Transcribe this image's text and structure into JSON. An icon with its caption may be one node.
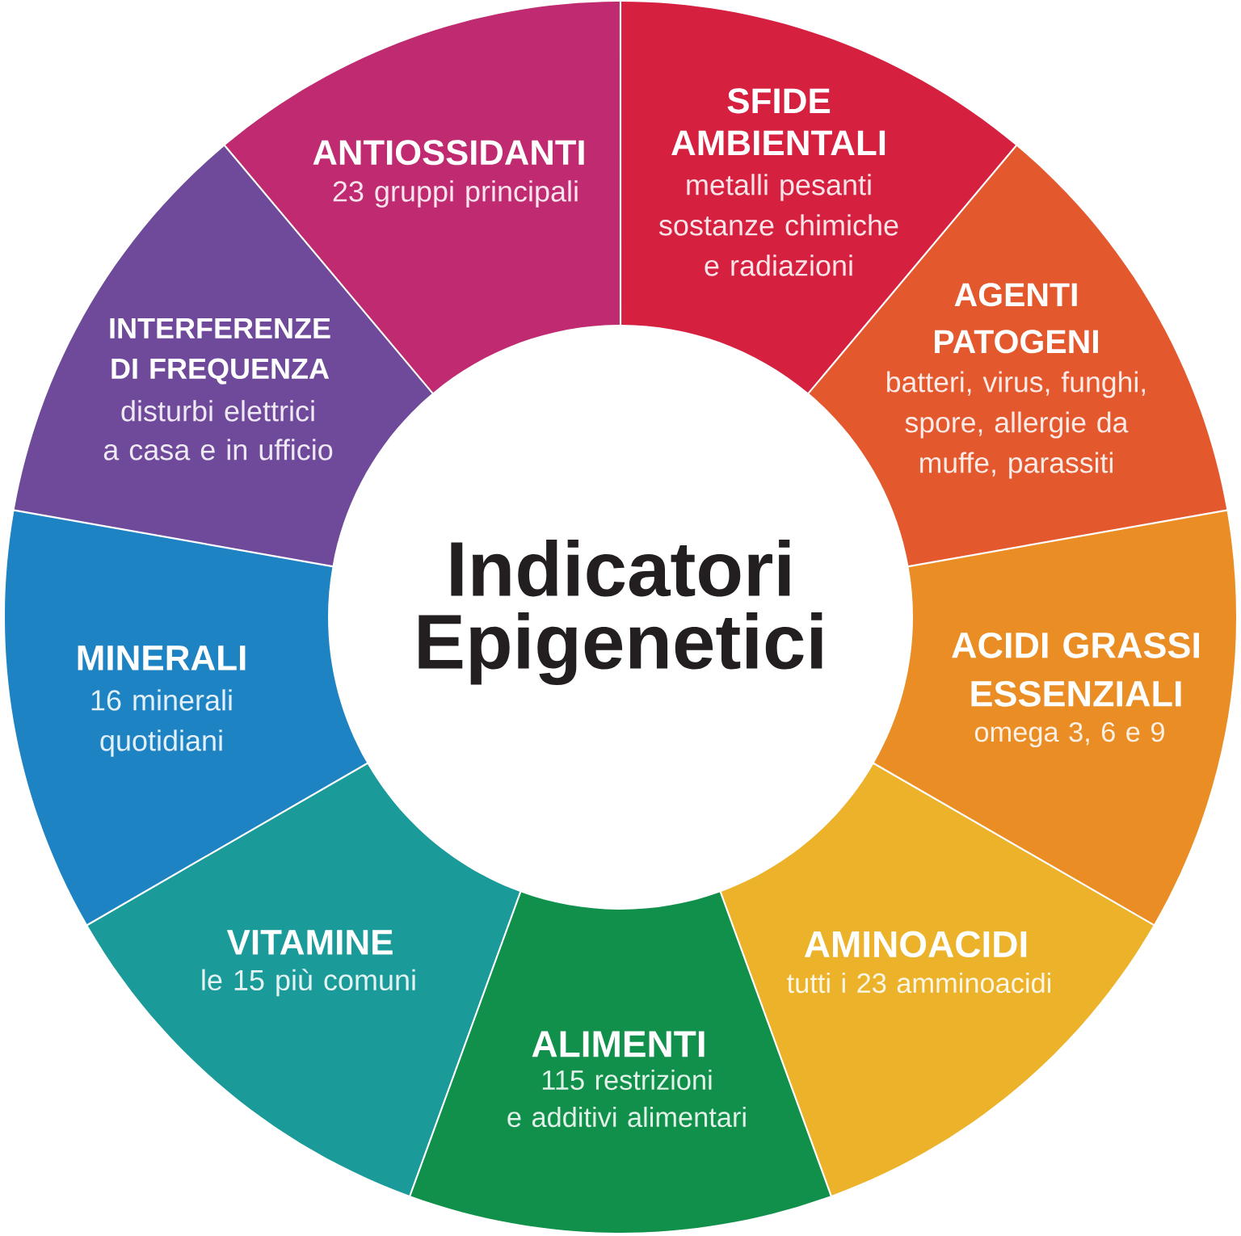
{
  "diagram": {
    "nodes": [
      {
        "text": [
          "Indicatori Epigenetici"
        ]
      },
      {
        "text": [
          "SFIDE AMBIENTALI",
          "metalli pesanti sostanze chimiche e radiazioni"
        ]
      },
      {
        "text": [
          "AGENTI PATOGENI",
          "batteri, virus, funghi, spore, allergie da muffe, parassiti"
        ]
      },
      {
        "text": [
          "ACIDI GRASSI ESSENZIALI",
          "omega 3, 6 e 9"
        ]
      },
      {
        "text": [
          "AMINOACIDI",
          "tutti i 23 amminoacidi"
        ]
      },
      {
        "text": [
          "ALIMENTI",
          "115 restrizioni e additivi alimentari"
        ]
      },
      {
        "text": [
          "VITAMINE",
          "le 15 più comuni"
        ]
      },
      {
        "text": [
          "MINERALI",
          "16 minerali quotidiani"
        ]
      },
      {
        "text": [
          "INTERFERENZE DI FREQUENZA",
          "disturbi elettrici a casa e in ufficio"
        ]
      },
      {
        "text": [
          "ANTIOSSIDANTI",
          "23 gruppi principali"
        ]
      }
    ]
  }
}
